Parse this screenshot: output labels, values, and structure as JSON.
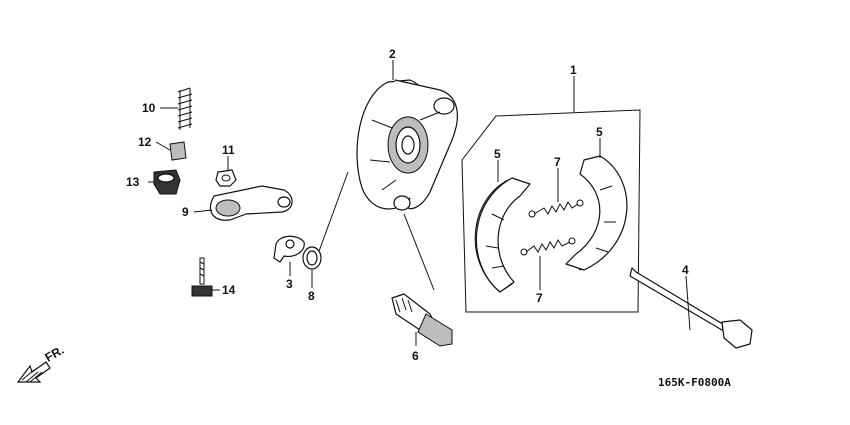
{
  "diagram": {
    "callouts": [
      {
        "id": "c1",
        "text": "1"
      },
      {
        "id": "c2",
        "text": "2"
      },
      {
        "id": "c3",
        "text": "3"
      },
      {
        "id": "c4",
        "text": "4"
      },
      {
        "id": "c5a",
        "text": "5"
      },
      {
        "id": "c5b",
        "text": "5"
      },
      {
        "id": "c6",
        "text": "6"
      },
      {
        "id": "c7a",
        "text": "7"
      },
      {
        "id": "c7b",
        "text": "7"
      },
      {
        "id": "c8",
        "text": "8"
      },
      {
        "id": "c9",
        "text": "9"
      },
      {
        "id": "c10",
        "text": "10"
      },
      {
        "id": "c11",
        "text": "11"
      },
      {
        "id": "c12",
        "text": "12"
      },
      {
        "id": "c13",
        "text": "13"
      },
      {
        "id": "c14",
        "text": "14"
      }
    ],
    "front_indicator": "FR.",
    "drawing_code": "165K-F0800A"
  }
}
